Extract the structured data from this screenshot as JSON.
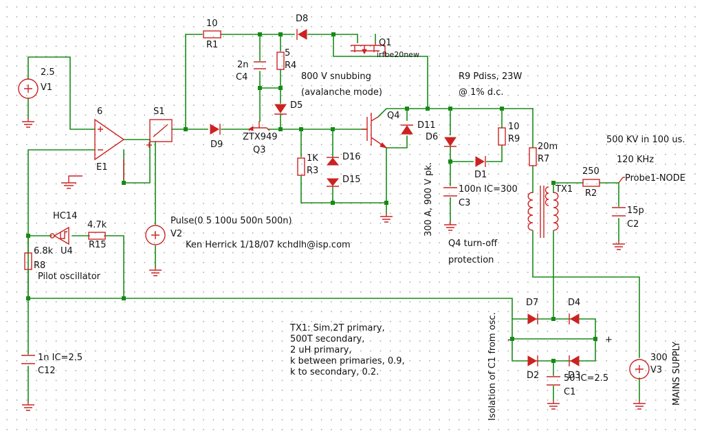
{
  "labels": {
    "v1_value": "2.5",
    "v1_name": "V1",
    "e1_gain": "6",
    "e1_name": "E1",
    "s1_name": "S1",
    "r1_value": "10",
    "r1_name": "R1",
    "d8_name": "D8",
    "q1_name": "Q1",
    "q1_part": "irfbe20new",
    "c4_value": "2n",
    "c4_name": "C4",
    "r4_value": "5",
    "r4_name": "R4",
    "snub_line1": "800 V snubbing",
    "snub_line2": "(avalanche mode)",
    "d5_name": "D5",
    "d9_name": "D9",
    "q3_part": "ZTX949",
    "q3_name": "Q3",
    "r3_value": "1K",
    "r3_name": "R3",
    "d16_name": "D16",
    "d15_name": "D15",
    "q4_name": "Q4",
    "d11_name": "D11",
    "d6_name": "D6",
    "r9_note1": "R9 Pdiss, 23W",
    "r9_note2": "@ 1% d.c.",
    "r9_value": "10",
    "r9_name": "R9",
    "r7_value": "20m",
    "r7_name": "R7",
    "d1_name": "D1",
    "c3_value": "100n IC=300",
    "c3_name": "C3",
    "vpk_note": "300 A, 900 V pk.",
    "kv_note": "500 KV in 100 us.",
    "khz_note": "120 KHz",
    "r2_value": "250",
    "r2_name": "R2",
    "probe_name": "Probe1-NODE",
    "tx1_name": "TX1",
    "c2_value": "15p",
    "c2_name": "C2",
    "hc14_part": "HC14",
    "u4_name": "U4",
    "r15_value": "4.7k",
    "r15_name": "R15",
    "r8_value": "6.8k",
    "r8_name": "R8",
    "pilot_note": "Pilot oscillator",
    "pulse_spec": "Pulse(0 5  100u 500n 500n)",
    "v2_name": "V2",
    "author": "Ken Herrick 1/18/07 kchdlh@isp.com",
    "q4_prot1": "Q4 turn-off",
    "q4_prot2": "protection",
    "tx1_note1": "TX1: Sim.2T primary,",
    "tx1_note2": "500T secondary,",
    "tx1_note3": "2 uH primary,",
    "tx1_note4": "k between primaries, 0.9,",
    "tx1_note5": "k to secondary, 0.2.",
    "c12_value": "1n IC=2.5",
    "c12_name": "C12",
    "d7_name": "D7",
    "d4_name": "D4",
    "d2_name": "D2",
    "d3_name": "D3",
    "bridge_minus": "-",
    "bridge_plus": "+",
    "c1_value": "50 IC=2.5",
    "c1_name": "C1",
    "iso_note": "Isolation of C1 from osc.",
    "v3_value": "300",
    "v3_name": "V3",
    "mains_note": "MAINS SUPPLY",
    "plus_sign": "+"
  },
  "colors": {
    "wire": "#168a16",
    "component": "#cc2222",
    "text": "#111111",
    "grid_dot": "#a0a0a0"
  }
}
